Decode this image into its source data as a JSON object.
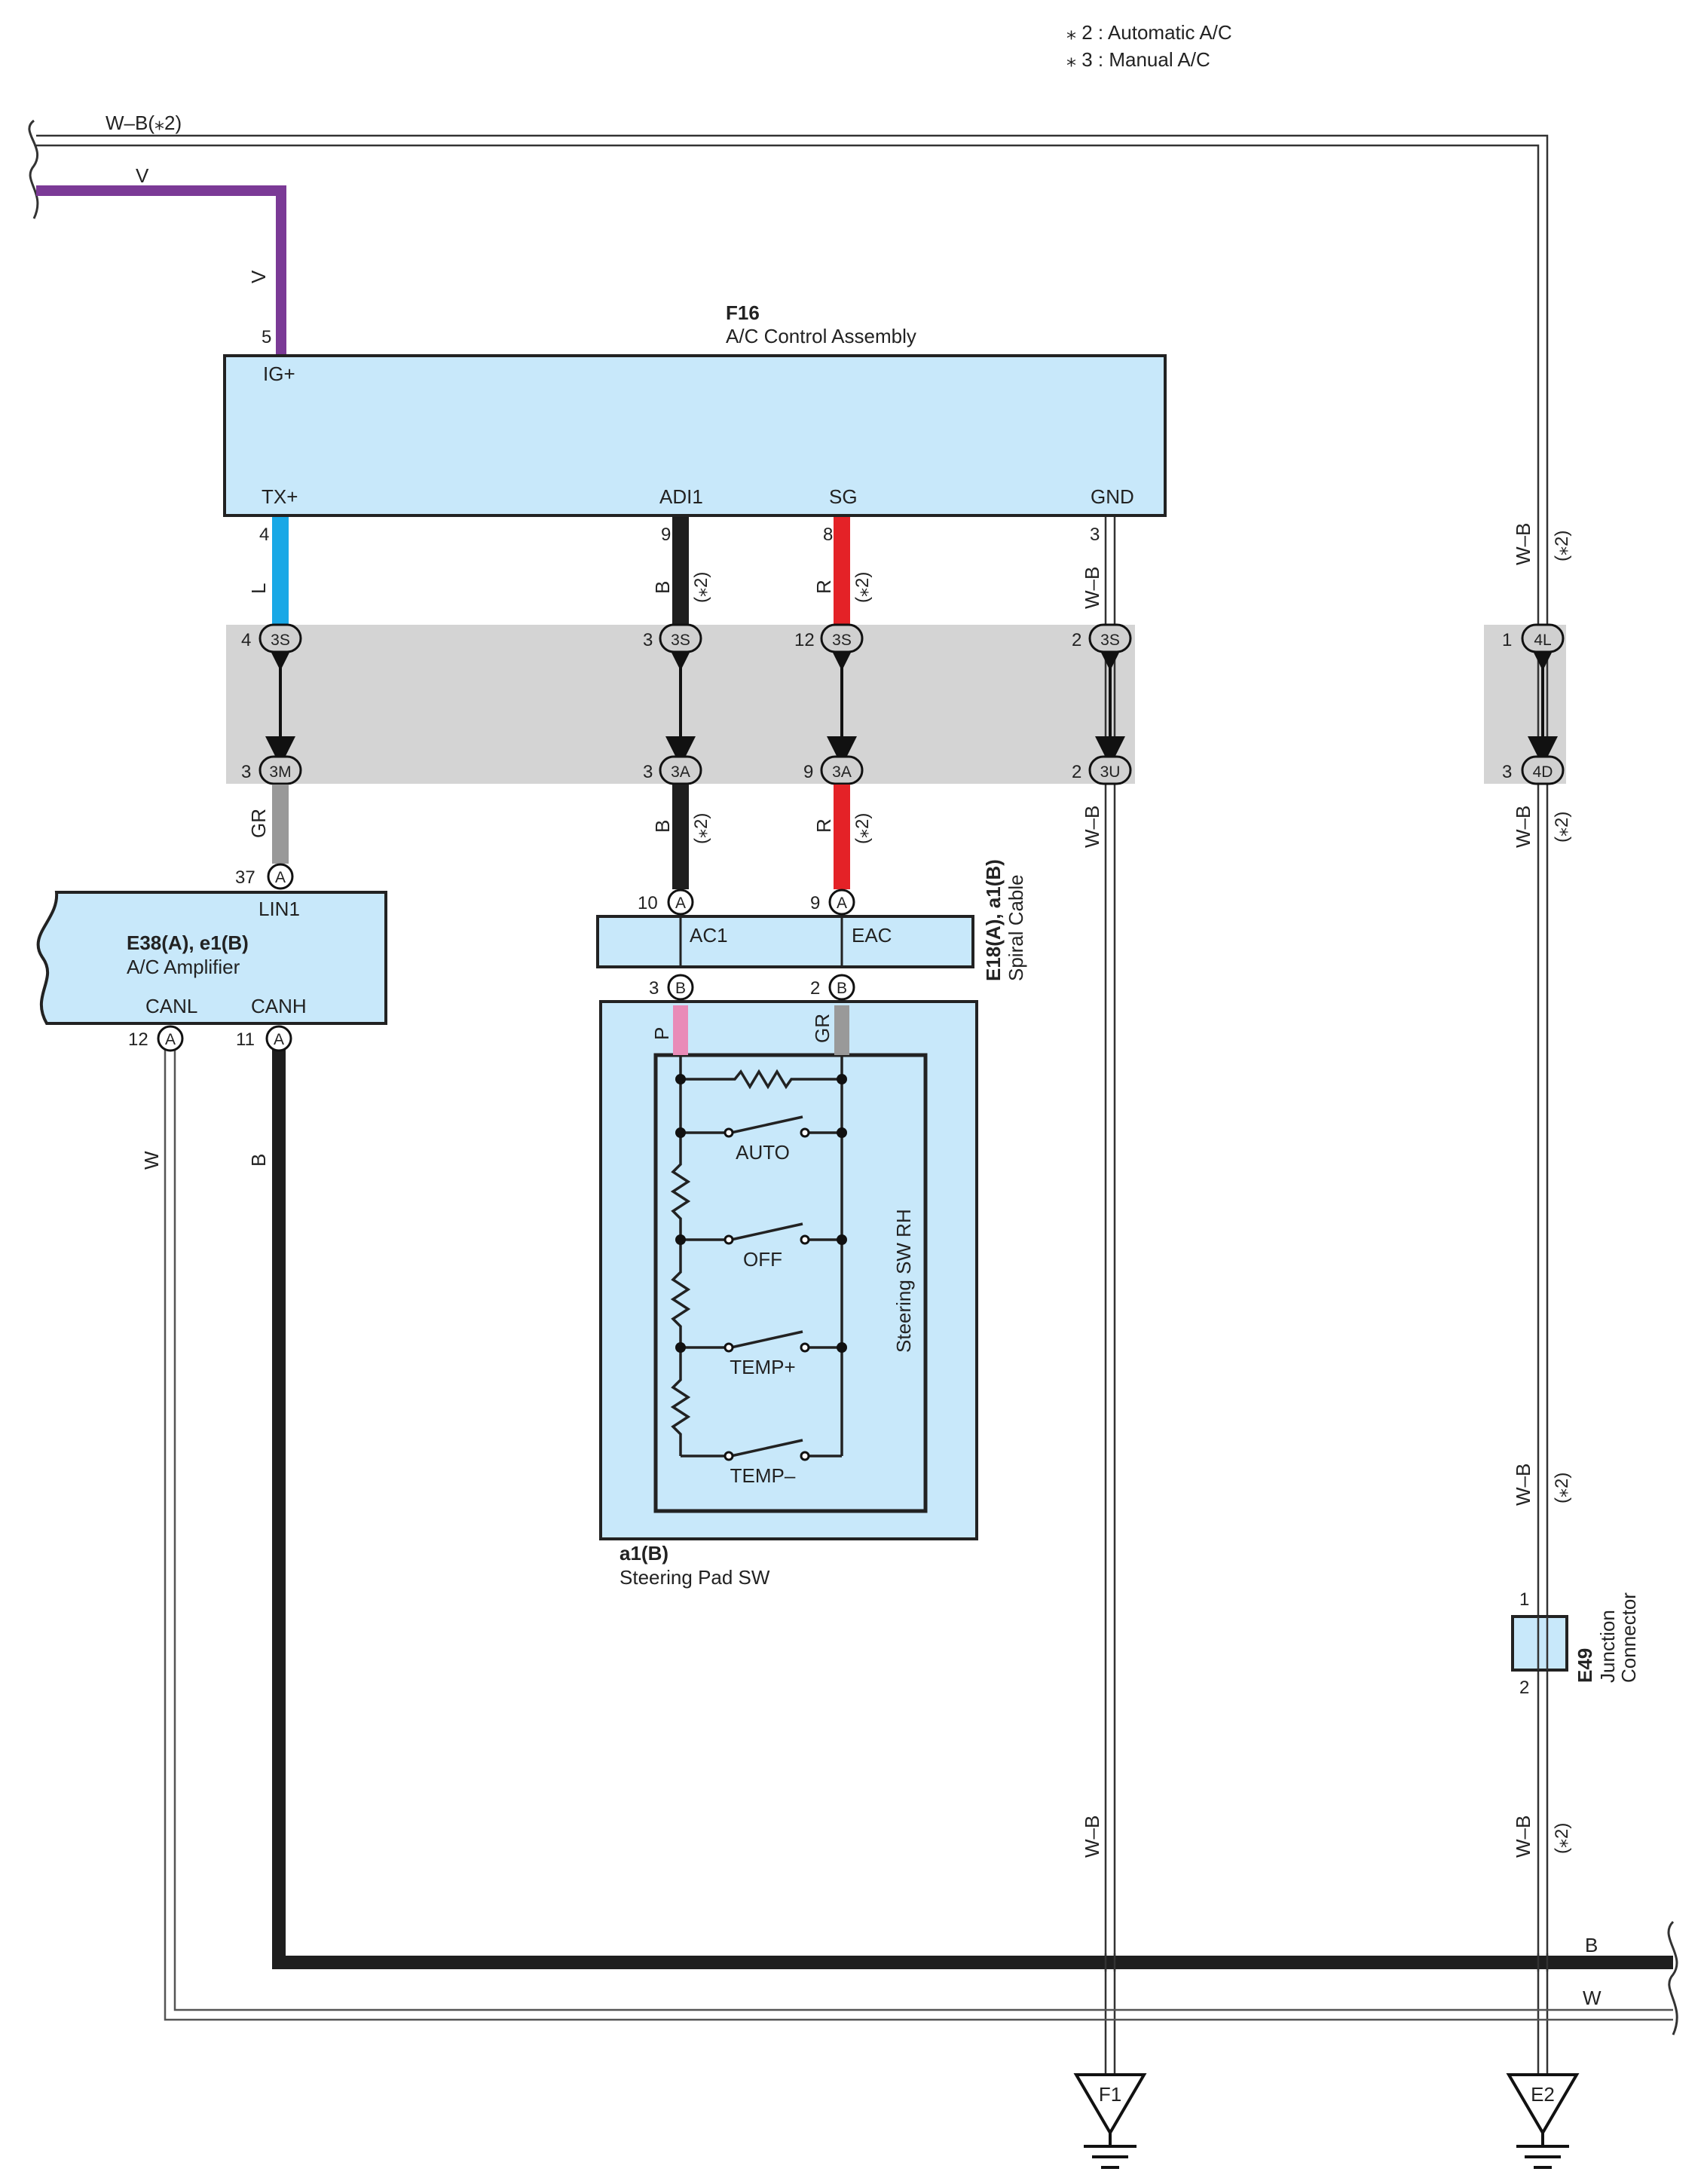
{
  "notes": [
    "⁎ 2 : Automatic A/C",
    "⁎ 3 : Manual A/C"
  ],
  "colors": {
    "box_fill": "#c8e8fa",
    "shade": "#d4d4d4",
    "violet": "#7b3a96",
    "blue": "#19a8e6",
    "black": "#1e1e1e",
    "red": "#e42227",
    "gray": "#999999",
    "pink": "#e98bb8"
  },
  "top_wires": {
    "wb_label": "W–B(⁎2)",
    "v_label": "V"
  },
  "f16": {
    "code": "F16",
    "name": "A/C Control Assembly",
    "pins": {
      "ig": {
        "terminal": "IG+",
        "pin": "5",
        "wire": "V"
      },
      "tx": {
        "terminal": "TX+",
        "pin": "4",
        "wire": "L"
      },
      "adi": {
        "terminal": "ADI1",
        "pin": "9",
        "wire": "B",
        "note": "(⁎2)"
      },
      "sg": {
        "terminal": "SG",
        "pin": "8",
        "wire": "R",
        "note": "(⁎2)"
      },
      "gnd": {
        "terminal": "GND",
        "pin": "3",
        "wire": "W–B"
      }
    }
  },
  "connectors": {
    "tx_top": {
      "pin": "4",
      "code": "3S"
    },
    "tx_bot": {
      "pin": "3",
      "code": "3M"
    },
    "adi_top": {
      "pin": "3",
      "code": "3S"
    },
    "adi_bot": {
      "pin": "3",
      "code": "3A"
    },
    "sg_top": {
      "pin": "12",
      "code": "3S"
    },
    "sg_bot": {
      "pin": "9",
      "code": "3A"
    },
    "gnd_top": {
      "pin": "2",
      "code": "3S"
    },
    "gnd_bot": {
      "pin": "2",
      "code": "3U"
    },
    "right_top": {
      "pin": "1",
      "code": "4L"
    },
    "right_bot": {
      "pin": "3",
      "code": "4D"
    }
  },
  "below_conn_wires": {
    "tx": "GR",
    "adi": "B",
    "adi_note": "(⁎2)",
    "sg": "R",
    "sg_note": "(⁎2)",
    "gnd": "W–B",
    "right": "W–B",
    "right_note": "(⁎2)"
  },
  "right_top_wire": {
    "wire": "W–B",
    "note": "(⁎2)"
  },
  "amplifier": {
    "code": "E38(A), e1(B)",
    "name": "A/C Amplifier",
    "lin": {
      "terminal": "LIN1",
      "pin": "37",
      "conn": "A"
    },
    "canl": {
      "terminal": "CANL",
      "pin": "12",
      "conn": "A",
      "wire": "W"
    },
    "canh": {
      "terminal": "CANH",
      "pin": "11",
      "conn": "A",
      "wire": "B"
    }
  },
  "spiral": {
    "code": "E18(A), a1(B)",
    "name": "Spiral Cable",
    "ac1": {
      "terminal": "AC1",
      "pin_a": "10",
      "pin_b": "3",
      "conn_a": "A",
      "conn_b": "B",
      "wire_b": "P"
    },
    "eac": {
      "terminal": "EAC",
      "pin_a": "9",
      "pin_b": "2",
      "conn_a": "A",
      "conn_b": "B",
      "wire_b": "GR"
    }
  },
  "steering_pad": {
    "code": "a1(B)",
    "name": "Steering Pad SW",
    "inner": "Steering SW RH",
    "switches": [
      "AUTO",
      "OFF",
      "TEMP+",
      "TEMP–"
    ]
  },
  "junction": {
    "code": "E49",
    "name_line1": "Junction",
    "name_line2": "Connector",
    "pin_top": "1",
    "pin_bot": "2",
    "wire_above": "W–B",
    "note_above": "(⁎2)",
    "wire_below": "W–B",
    "note_below": "(⁎2)"
  },
  "ground_wire": "W–B",
  "bottom_wires": {
    "b_label": "B",
    "w_label": "W"
  },
  "grounds": {
    "left": "F1",
    "right": "E2"
  }
}
